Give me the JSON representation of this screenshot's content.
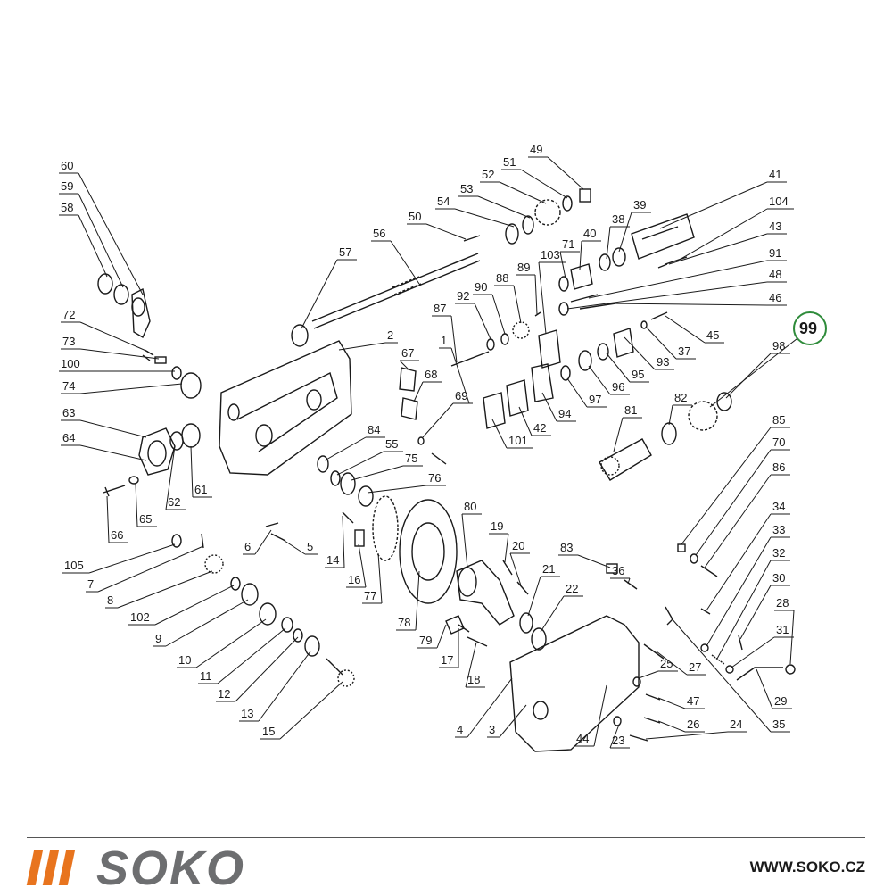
{
  "diagram": {
    "highlighted_label": "99",
    "highlight_color": "#2e8b3a",
    "labels": [
      "60",
      "59",
      "58",
      "72",
      "73",
      "100",
      "74",
      "63",
      "64",
      "62",
      "61",
      "65",
      "66",
      "57",
      "56",
      "50",
      "54",
      "53",
      "52",
      "51",
      "49",
      "41",
      "104",
      "43",
      "91",
      "48",
      "46",
      "45",
      "37",
      "93",
      "95",
      "96",
      "97",
      "38",
      "39",
      "40",
      "71",
      "103",
      "89",
      "88",
      "90",
      "92",
      "87",
      "1",
      "2",
      "67",
      "68",
      "69",
      "84",
      "55",
      "75",
      "76",
      "101",
      "42",
      "94",
      "82",
      "81",
      "99",
      "98",
      "85",
      "70",
      "86",
      "34",
      "33",
      "32",
      "30",
      "28",
      "31",
      "29",
      "35",
      "27",
      "25",
      "47",
      "26",
      "24",
      "23",
      "44",
      "3",
      "4",
      "22",
      "21",
      "36",
      "83",
      "20",
      "19",
      "80",
      "18",
      "17",
      "79",
      "78",
      "77",
      "16",
      "14",
      "5",
      "6",
      "105",
      "7",
      "8",
      "102",
      "9",
      "10",
      "11",
      "12",
      "13",
      "15"
    ]
  },
  "footer": {
    "brand": "SOKO",
    "url": "WWW.SOKO.CZ",
    "accent_color": "#e8741e",
    "brand_color": "#6d6e70"
  }
}
